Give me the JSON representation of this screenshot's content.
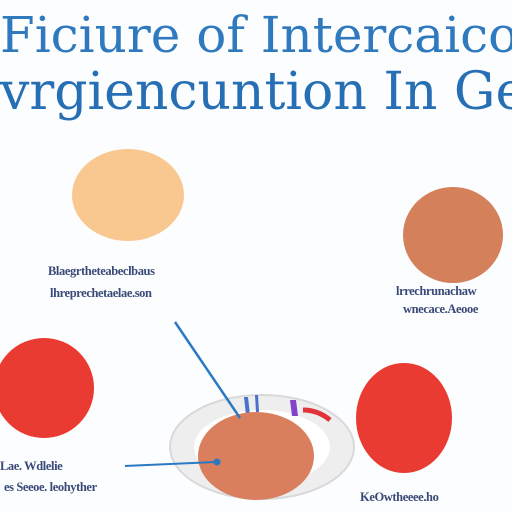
{
  "title": {
    "line1": "Ficiure of Intercaico",
    "line2": "vrgiencuntion In Genvnt"
  },
  "labels": {
    "top_left_1": "Blaegrtheteabeclbaus",
    "top_left_2": "lhreprechetaelae.son",
    "right_1": "lrrechrunachaw",
    "right_2": "wnecace.Aeooe",
    "bottom_left_1": "Lae. Wdlelie",
    "bottom_left_2": "es Seeoe. leohyther",
    "bottom_right": "KeOwtheeee.ho"
  },
  "colors": {
    "peach": "#f9c790",
    "terracotta": "#d4805b",
    "red": "#ea3b33",
    "center": "#d97f5e",
    "ring": "#e3e3e6",
    "connector": "#2a79c2",
    "accent_purple": "#8244c9",
    "accent_blue": "#4a72c8",
    "accent_red": "#e0343b"
  }
}
